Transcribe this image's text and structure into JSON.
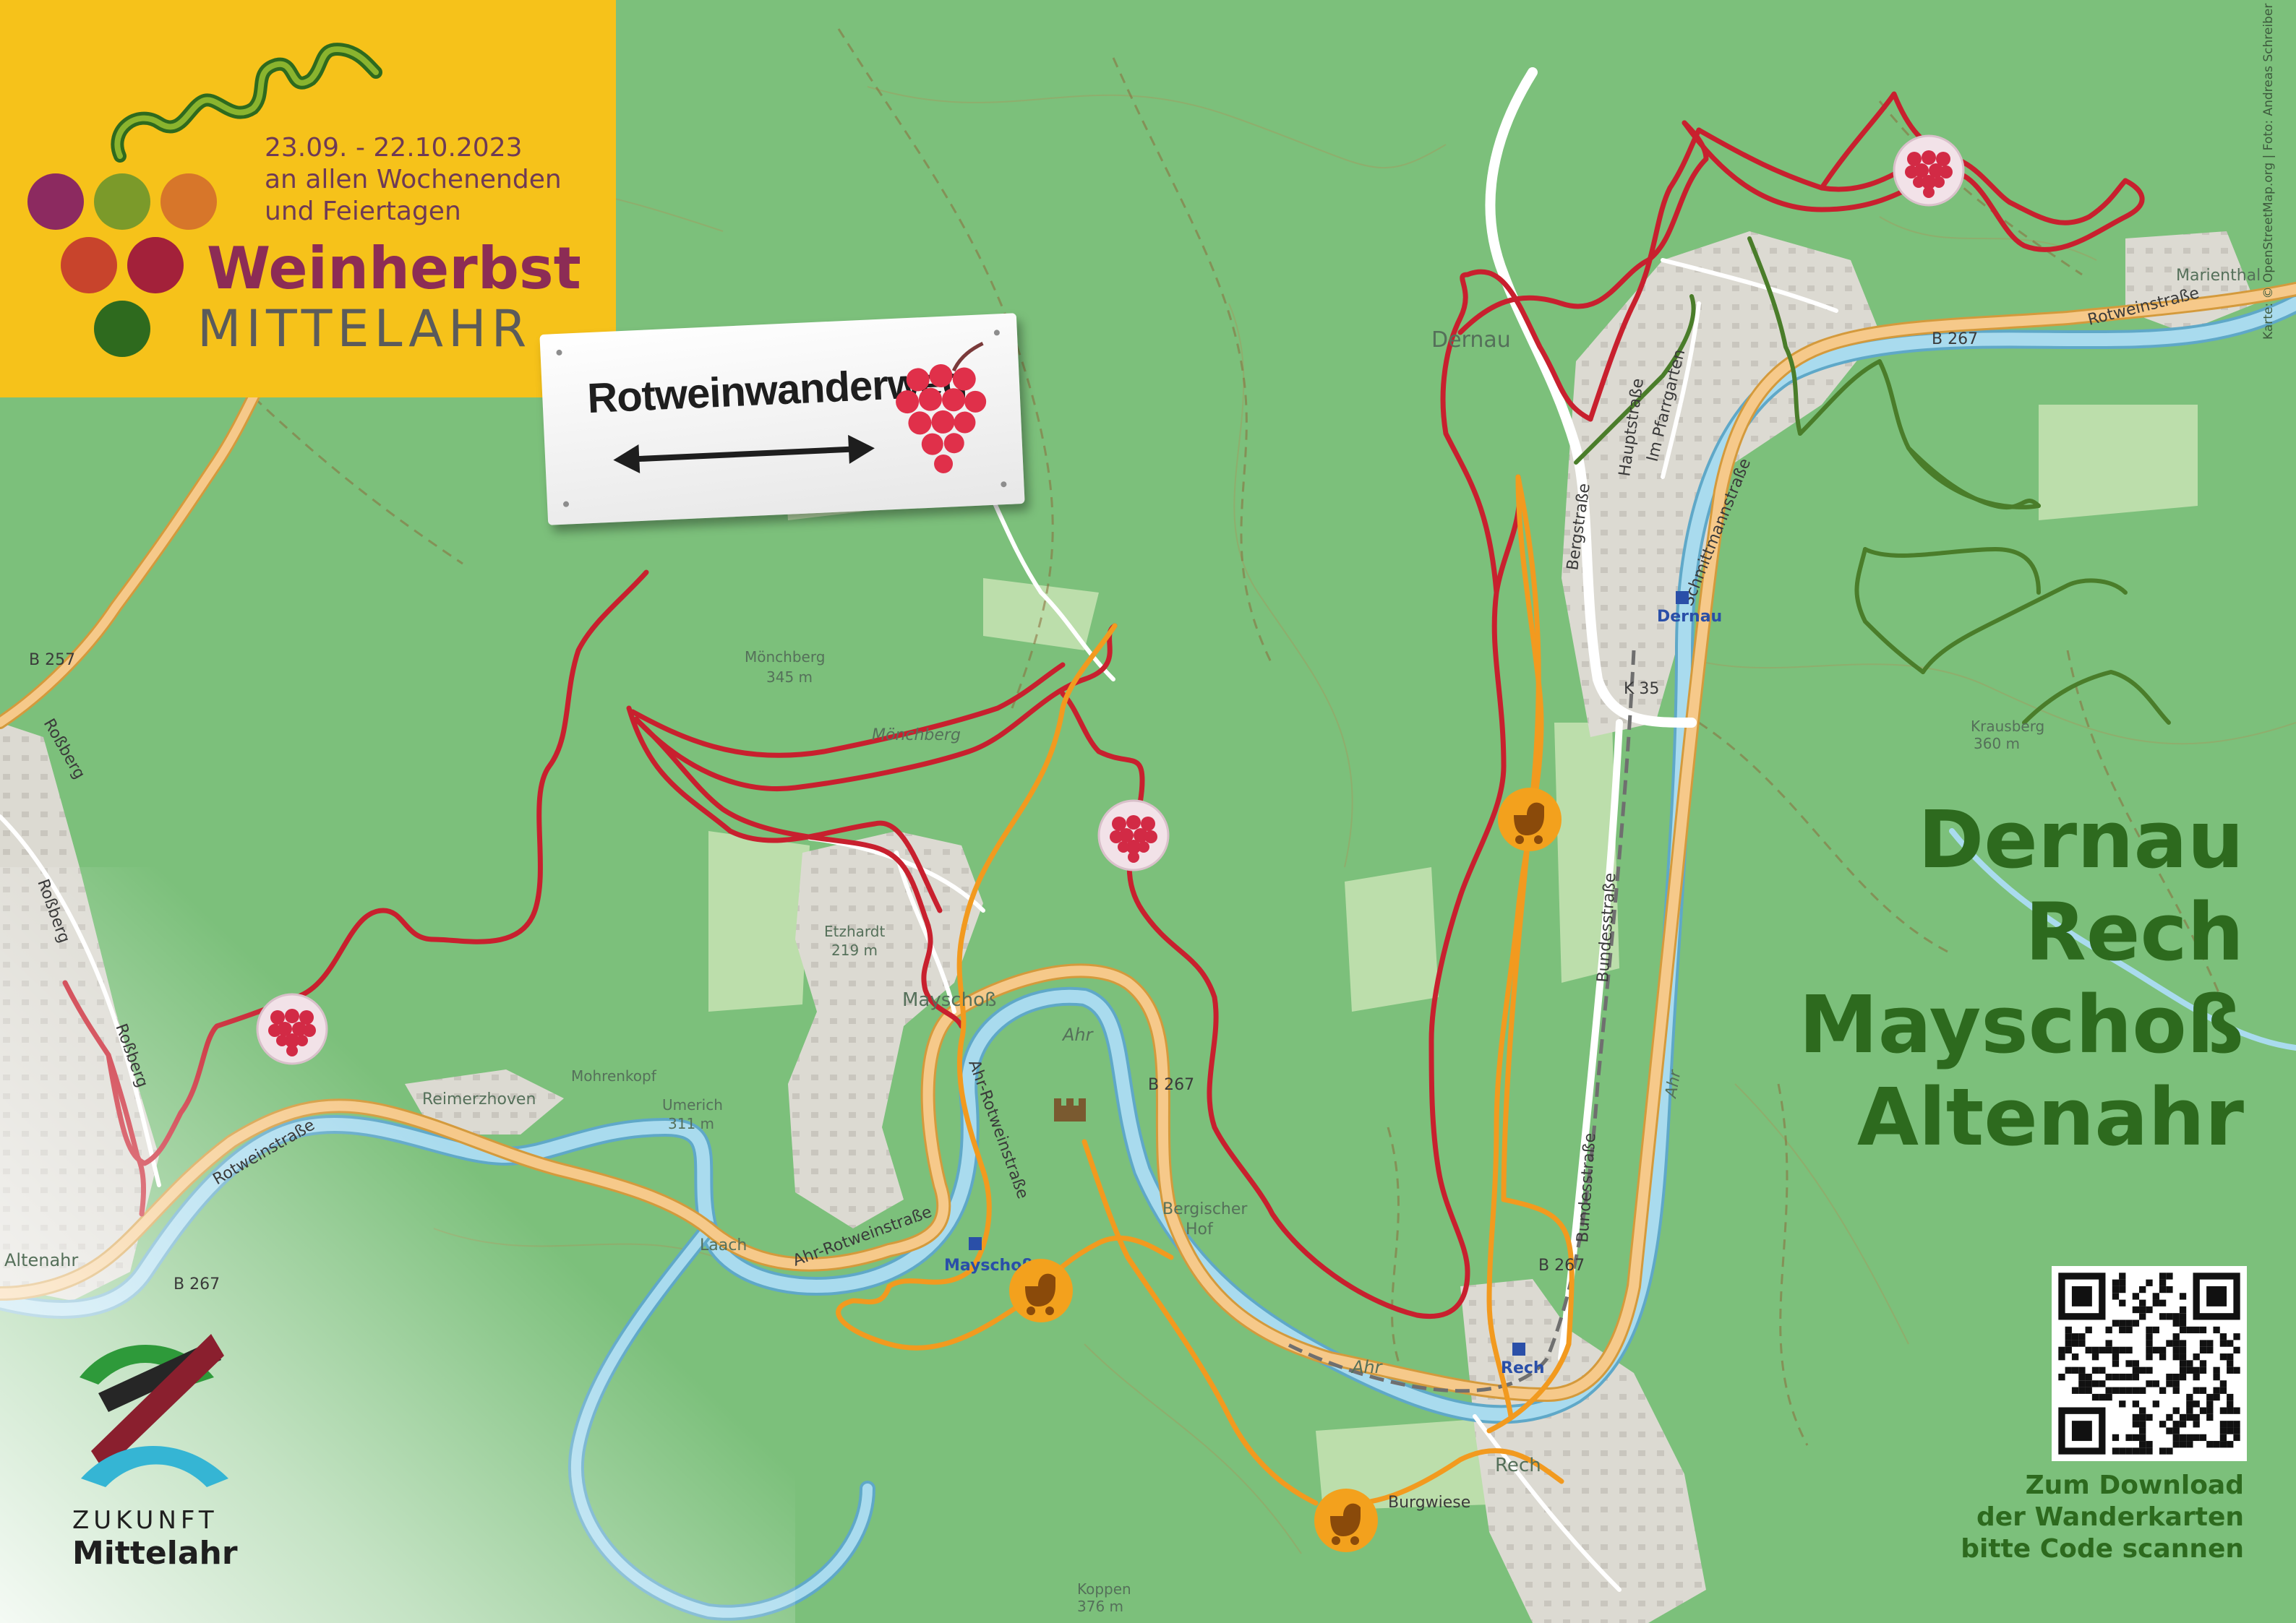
{
  "event": {
    "dates": "23.09. - 22.10.2023",
    "line2": "an allen Wochenenden",
    "line3": "und Feiertagen",
    "title": "Weinherbst",
    "subtitle": "MITTELAHR",
    "dot_colors": [
      "#8c2a60",
      "#7b9a2a",
      "#d7762a",
      "#c8442c",
      "#a3213a",
      "#7c2f5a",
      "#2e6a1e"
    ]
  },
  "sign": {
    "label": "Rotweinwanderweg"
  },
  "towns": [
    "Dernau",
    "Rech",
    "Mayschoß",
    "Altenahr"
  ],
  "qr": {
    "caption_line1": "Zum Download",
    "caption_line2": "der Wanderkarten",
    "caption_line3": "bitte Code scannen"
  },
  "logo": {
    "line1": "ZUKUNFT",
    "line2": "Mittelahr"
  },
  "credit": "Karte: © OpenStreetMap.org | Foto: Andreas Schreiber · stock.adobe.com",
  "colors": {
    "route_red": "#c8202e",
    "route_orange": "#f29a1f",
    "route_green": "#4a7d2a",
    "road": "#f2b45a",
    "river": "#8fcbe0",
    "forest": "#7cc07b",
    "town_title": "#2d6a1e"
  },
  "map": {
    "places": [
      {
        "name": "Dernau",
        "kind": "town"
      },
      {
        "name": "Rech",
        "kind": "town"
      },
      {
        "name": "Mayschoß",
        "kind": "town"
      },
      {
        "name": "Altenahr",
        "kind": "town"
      },
      {
        "name": "Reimerzhoven",
        "kind": "village"
      },
      {
        "name": "Laach",
        "kind": "village"
      },
      {
        "name": "Bergischer Hof",
        "kind": "village"
      },
      {
        "name": "Mönchberg 345 m",
        "kind": "peak"
      },
      {
        "name": "Etzhardt 219 m",
        "kind": "peak"
      },
      {
        "name": "Umerich 311 m",
        "kind": "peak"
      },
      {
        "name": "Krausberg 360 m",
        "kind": "peak"
      },
      {
        "name": "Koppen 376 m",
        "kind": "peak"
      },
      {
        "name": "Mohrenkopf",
        "kind": "peak"
      },
      {
        "name": "Mönchberg",
        "kind": "area"
      },
      {
        "name": "Marienthal",
        "kind": "village"
      }
    ],
    "roads": [
      "B 257",
      "B 267",
      "K 35",
      "Rotweinstraße",
      "Ahr-Rotweinstraße",
      "Bundesstraße",
      "Schmittmannstraße",
      "Roßberg",
      "Hauptstraße",
      "Bergstraße",
      "Im Pfarrgarten",
      "Burgwiese"
    ],
    "water": [
      "Ahr"
    ],
    "stations": [
      "Dernau",
      "Mayschoß",
      "Rech"
    ]
  }
}
